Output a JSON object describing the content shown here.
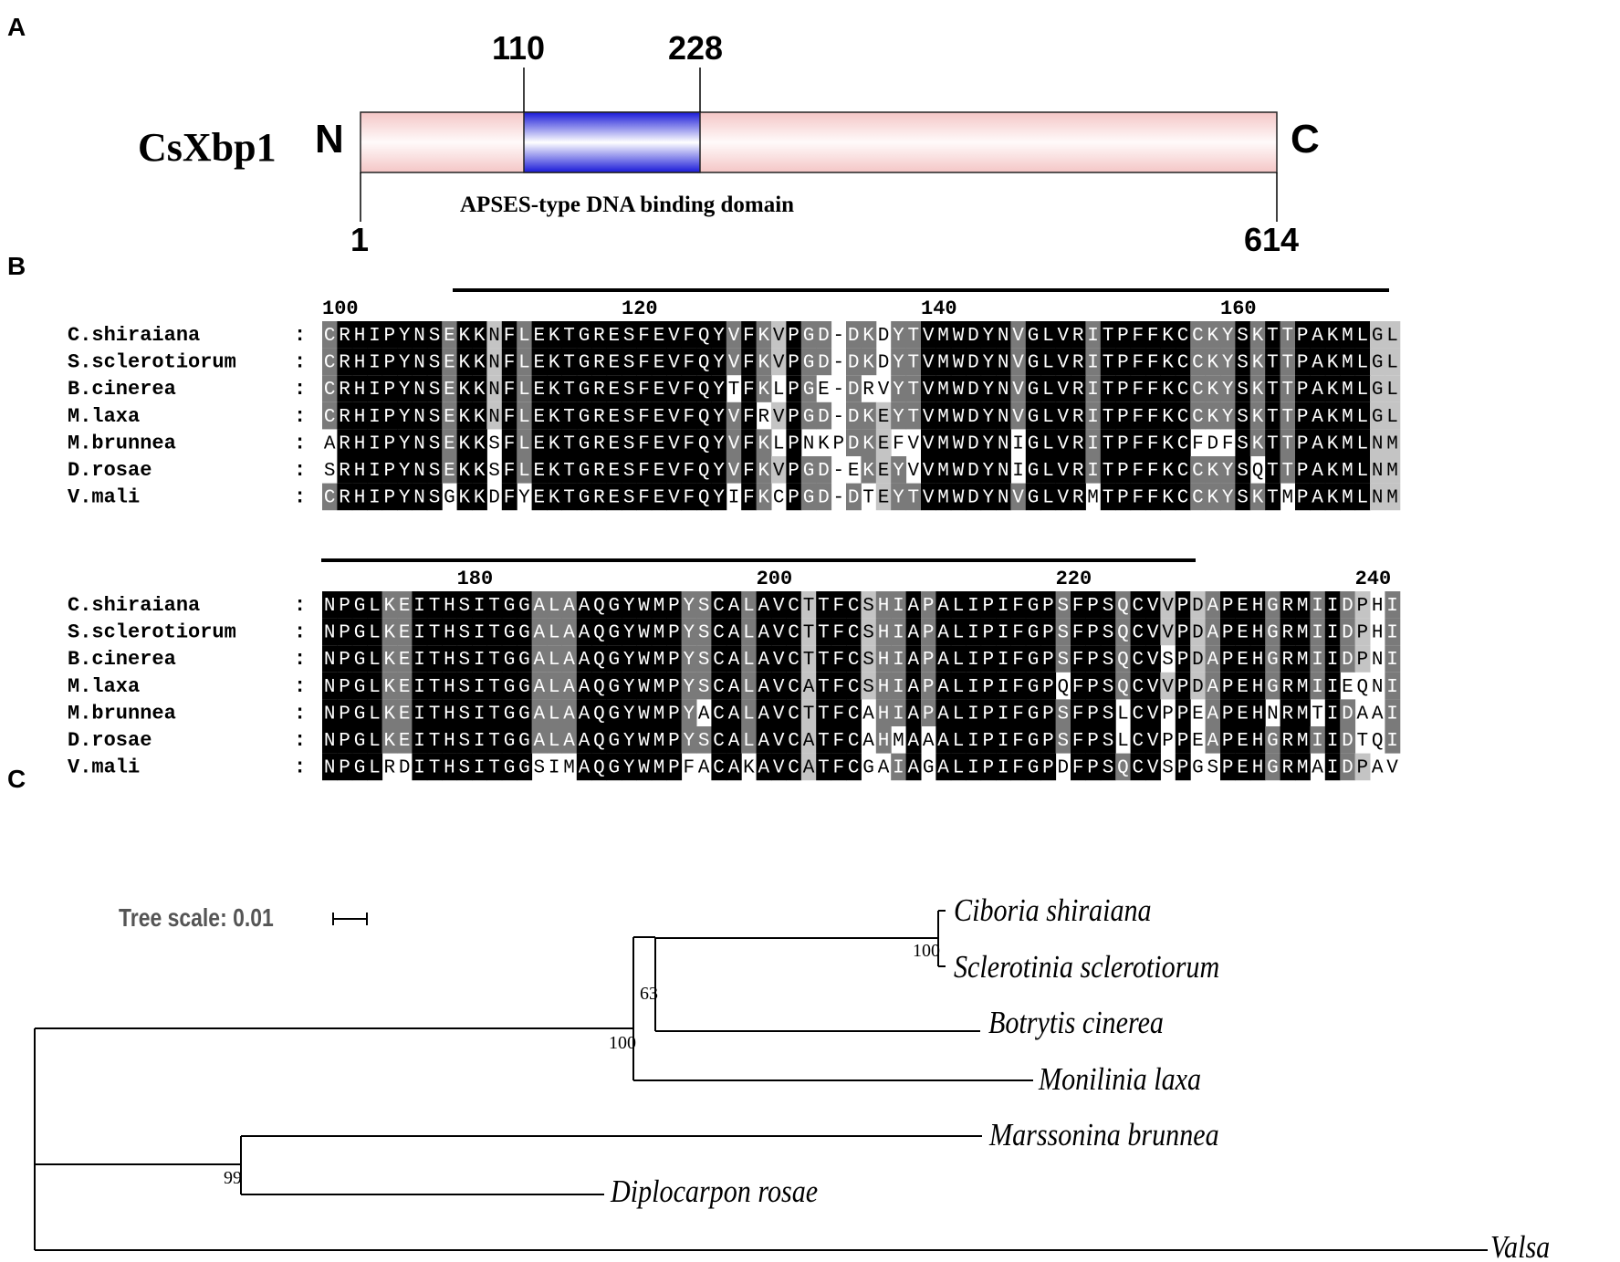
{
  "panels": {
    "a": "A",
    "b": "B",
    "c": "C"
  },
  "domain_panel": {
    "protein_name": "CsXbp1",
    "n_term": "N",
    "c_term": "C",
    "domain_start": "110",
    "domain_end": "228",
    "seq_start": "1",
    "seq_end": "614",
    "domain_label": "APSES-type DNA binding domain",
    "colors": {
      "bar": "#f6cfcf",
      "bar_highlight": "#fffafa",
      "domain": "#2222dd",
      "domain_highlight": "#ffffff"
    }
  },
  "alignment": {
    "separator": ":",
    "species": [
      "C.shiraiana",
      "S.sclerotiorum",
      "B.cinerea",
      "M.laxa",
      "M.brunnea",
      "D.rosae",
      "V.mali"
    ],
    "blocks": [
      {
        "ticks": [
          {
            "label": "100",
            "pos": 100
          },
          {
            "label": "120",
            "pos": 120
          },
          {
            "label": "140",
            "pos": 140
          },
          {
            "label": "160",
            "pos": 160
          }
        ],
        "start": 100,
        "sequences": [
          "CRHIPYNSEKKNFLEKTGRESFEVFQYVFKVPGD-DKDYTVMWDYNVGLVRITPFFKCCKYSKTTPAKMLGL",
          "CRHIPYNSEKKNFLEKTGRESFEVFQYVFKVPGD-DKDYTVMWDYNVGLVRITPFFKCCKYSKTTPAKMLGL",
          "CRHIPYNSEKKNFLEKTGRESFEVFQYTFKLPGE-DRVYTVMWDYNVGLVRITPFFKCCKYSKTTPAKMLGL",
          "CRHIPYNSEKKNFLEKTGRESFEVFQYVFRVPGD-DKEYTVMWDYNVGLVRITPFFKCCKYSKTTPAKMLGL",
          "ARHIPYNSEKKSFLEKTGRESFEVFQYVFKLPNKPDKEFVVMWDYNIGLVRITPFFKCFDFSKTTPAKMLNM",
          "SRHIPYNSEKKSFLEKTGRESFEVFQYVFKVPGD-EKEYVVMWDYNIGLVRITPFFKCCKYSQTTPAKMLNM",
          "CRHIPYNSGKKDFYEKTGRESFEVFQYIFKCPGD-DTEYTVMWDYNVGLVRMTPFFKCCKYSKTMPAKMLNM"
        ]
      },
      {
        "ticks": [
          {
            "label": "180",
            "pos": 180
          },
          {
            "label": "200",
            "pos": 200
          },
          {
            "label": "220",
            "pos": 220
          },
          {
            "label": "240",
            "pos": 240
          }
        ],
        "start": 171,
        "sequences": [
          "NPGLKEITHSITGGALAAQGYWMPYSCALAVCTTFCSHIAPALIPIFGPSFPSQCVVPDAPEHGRMIIDPHI",
          "NPGLKEITHSITGGALAAQGYWMPYSCALAVCTTFCSHIAPALIPIFGPSFPSQCVVPDAPEHGRMIIDPHI",
          "NPGLKEITHSITGGALAAQGYWMPYSCALAVCTTFCSHIAPALIPIFGPSFPSQCVSPDAPEHGRMIIDPNI",
          "NPGLKEITHSITGGALAAQGYWMPYSCALAVCATFCSHIAPALIPIFGPQFPSQCVVPDAPEHGRMIIEQNI",
          "NPGLKEITHSITGGALAAQGYWMPYACALAVCTTFCAHIAPALIPIFGPSFPSLCVPPEAPEHNRMTIDAAI",
          "NPGLKEITHSITGGALAAQGYWMPYSCALAVCATFCAHMAAALIPIFGPSFPSLCVPPEAPEHGRMIIDTQI",
          "NPGLRDITHSITGGSIMAQGYWMPFACAKAVCATFCGAIAGALIPIFGPDFPSQCVSPGSPEHGRMAIDPAV"
        ]
      }
    ]
  },
  "tree": {
    "scale_label": "Tree scale: 0.01",
    "taxa": [
      "Ciboria shiraiana",
      "Sclerotinia sclerotiorum",
      "Botrytis cinerea",
      "Monilinia laxa",
      "Marssonina brunnea",
      "Diplocarpon rosae",
      "Valsa mali"
    ],
    "bootstrap": [
      "100",
      "63",
      "100",
      "99"
    ]
  }
}
